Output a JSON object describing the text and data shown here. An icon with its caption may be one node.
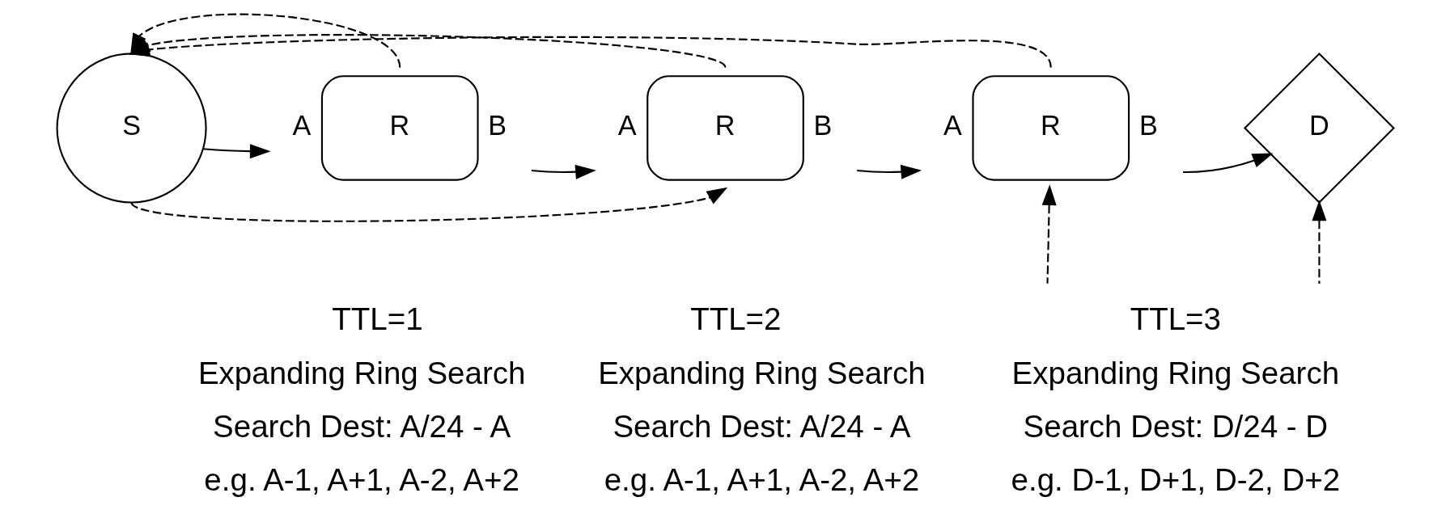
{
  "diagram": {
    "nodes": [
      {
        "text": [
          "S"
        ]
      },
      {
        "text": [
          "R"
        ],
        "beside": [
          "A",
          "B"
        ]
      },
      {
        "text": [
          "R"
        ],
        "beside": [
          "A",
          "B"
        ]
      },
      {
        "text": [
          "R"
        ],
        "beside": [
          "A",
          "B"
        ]
      },
      {
        "text": [
          "D"
        ]
      }
    ],
    "edges": [
      {
        "from": 0,
        "to": 1,
        "arrow": "to"
      },
      {
        "from": 1,
        "to": 2,
        "arrow": "to"
      },
      {
        "from": 2,
        "to": 3,
        "arrow": "to"
      },
      {
        "from": 3,
        "to": 4,
        "arrow": "to"
      },
      {
        "from": 1,
        "to": 0,
        "arrow": "to",
        "style": "dashed"
      },
      {
        "from": 2,
        "to": 0,
        "arrow": "to",
        "style": "dashed"
      },
      {
        "from": 3,
        "to": 0,
        "arrow": "to",
        "style": "dashed"
      },
      {
        "from": 0,
        "to": 2,
        "arrow": "to",
        "style": "dashed"
      },
      {
        "from": null,
        "to": 3,
        "arrow": "to",
        "style": "dashed"
      },
      {
        "from": null,
        "to": 4,
        "arrow": "to",
        "style": "dashed"
      }
    ],
    "labels": [
      "TTL=1",
      "Expanding Ring Search",
      "Search Dest: A/24 - A",
      "e.g. A-1, A+1, A-2, A+2",
      "TTL=2",
      "Expanding Ring Search",
      "Search Dest: A/24 - A",
      "e.g. A-1, A+1, A-2, A+2",
      "TTL=3",
      "Expanding Ring Search",
      "Search Dest: D/24 - D",
      "e.g. D-1, D+1, D-2, D+2"
    ]
  }
}
